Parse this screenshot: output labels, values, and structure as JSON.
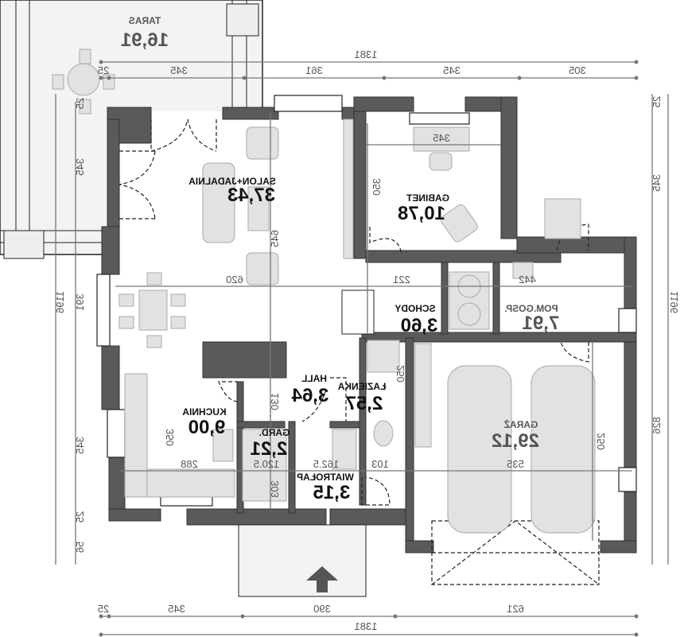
{
  "title": "Floor plan (mirrored)",
  "rooms": {
    "taras": {
      "name": "TARAS",
      "area": "16,91"
    },
    "salon": {
      "name": "SALON+JADALNIA",
      "area": "37,43"
    },
    "gabinet": {
      "name": "GABINET",
      "area": "10,78"
    },
    "schody": {
      "name": "SCHODY",
      "area": "3,60"
    },
    "pomgosp": {
      "name": "POM.GOSP.",
      "area": "7,91"
    },
    "kuchnia": {
      "name": "KUCHNIA",
      "area": "9,00"
    },
    "hall": {
      "name": "HALL",
      "area": "3,64"
    },
    "lazienka": {
      "name": "ŁAZIENKA",
      "area": "2,57"
    },
    "gard": {
      "name": "GARD.",
      "area": "2,21"
    },
    "wiatrolap": {
      "name": "WIATROŁAP",
      "area": "3,15"
    },
    "garaz": {
      "name": "GARAŻ",
      "area": "29,12"
    }
  },
  "dimensions": {
    "top_total": "1381",
    "top": [
      "25",
      "345",
      "361",
      "345",
      "305"
    ],
    "bottom": [
      "25",
      "345",
      "390",
      "621"
    ],
    "bottom_total": "1381",
    "left": [
      "25",
      "345",
      "391",
      "345",
      "25",
      "56"
    ],
    "left_total": "1196",
    "right": [
      "25",
      "345",
      "826"
    ],
    "right_total": "1196",
    "inner": {
      "gabinet_w": "345",
      "gabinet_h": "350",
      "salon_h": "645",
      "salon_w": "620",
      "schody": "221",
      "pomgosp": "442",
      "kuchnia_w": "288",
      "kuchnia_h": "350",
      "gard_w": "120.5",
      "wiatrolap_w": "162.5",
      "lazienka_w": "103",
      "wiatrolap_h": "303",
      "hall_h": "130",
      "lazienka_h": "250",
      "garaz_w": "535",
      "garaz_h": "250"
    }
  }
}
